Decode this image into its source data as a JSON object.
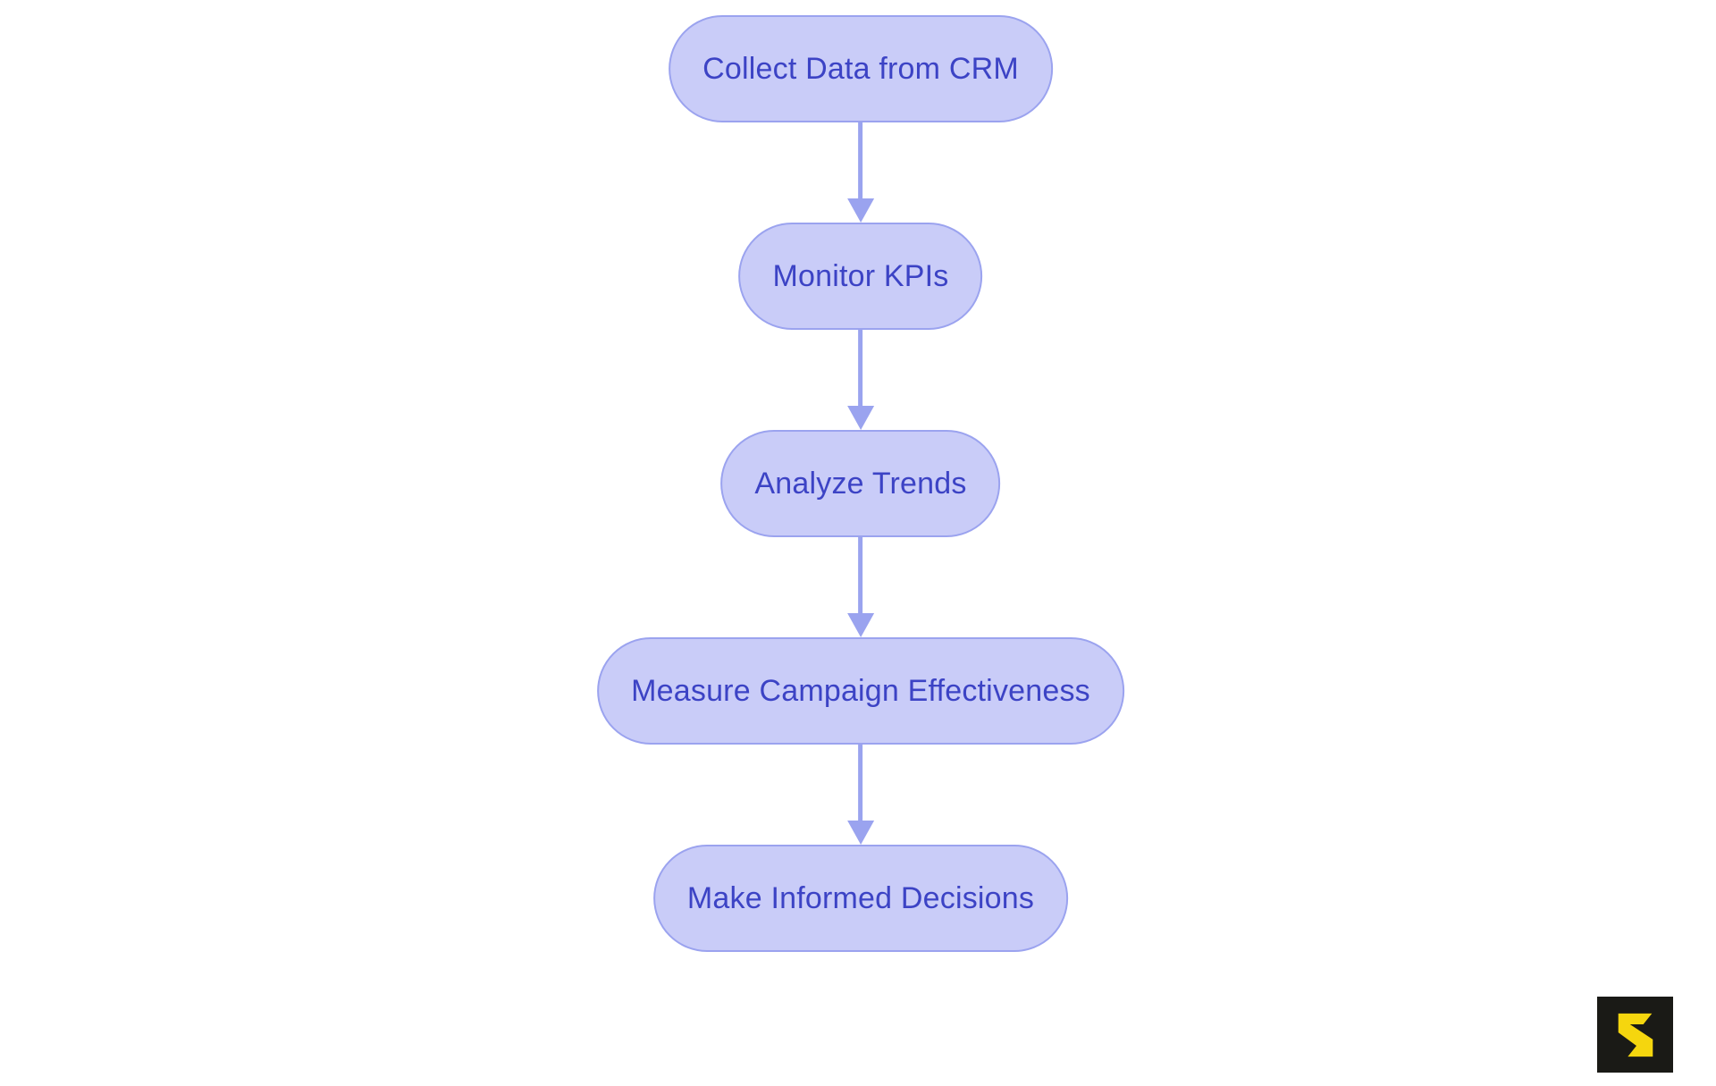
{
  "diagram": {
    "type": "flowchart",
    "direction": "top-down",
    "nodes": [
      {
        "id": "collect-data-from-crm",
        "label": "Collect Data from CRM"
      },
      {
        "id": "monitor-kpis",
        "label": "Monitor KPIs"
      },
      {
        "id": "analyze-trends",
        "label": "Analyze Trends"
      },
      {
        "id": "measure-campaign-effectiveness",
        "label": "Measure Campaign Effectiveness"
      },
      {
        "id": "make-informed-decisions",
        "label": "Make Informed Decisions"
      }
    ],
    "edges": [
      {
        "from": "Collect Data from CRM",
        "to": "Monitor KPIs"
      },
      {
        "from": "Monitor KPIs",
        "to": "Analyze Trends"
      },
      {
        "from": "Analyze Trends",
        "to": "Measure Campaign Effectiveness"
      },
      {
        "from": "Measure Campaign Effectiveness",
        "to": "Make Informed Decisions"
      }
    ],
    "colors": {
      "node_fill": "#C9CCF8",
      "node_border": "#9BA3EF",
      "node_text": "#3C43C5",
      "arrow": "#9AA3EF",
      "background": "#FFFFFF",
      "logo_bg": "#1A1A16",
      "logo_glyph": "#F5D60E"
    }
  },
  "branding": {
    "logo_glyph": "S",
    "logo_icon": "s-icon"
  }
}
